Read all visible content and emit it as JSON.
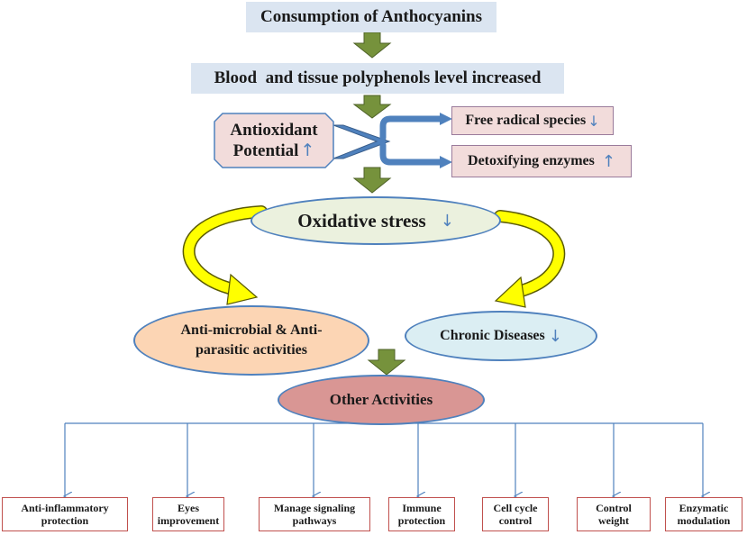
{
  "diagram": {
    "top_box": "Consumption of Anthocyanins",
    "second_box": "Blood  and tissue polyphenols level increased",
    "antioxidant": {
      "line1": "Antioxidant",
      "line2": "Potential",
      "symbol": "↑"
    },
    "free_radical": {
      "label": "Free radical species",
      "symbol": "↓"
    },
    "detox": {
      "label": "Detoxifying enzymes",
      "symbol": "↑"
    },
    "oxidative": {
      "label": "Oxidative stress",
      "symbol": "↓"
    },
    "antimicrobial": {
      "line1": "Anti-microbial & Anti-",
      "line2": "parasitic activities"
    },
    "chronic": {
      "label": "Chronic Diseases",
      "symbol": "↓"
    },
    "other": "Other Activities",
    "bottom_items": [
      {
        "line1": "Anti-inflammatory",
        "line2": "protection"
      },
      {
        "line1": "Eyes",
        "line2": "improvement"
      },
      {
        "line1": "Manage signaling",
        "line2": "pathways"
      },
      {
        "line1": "Immune",
        "line2": "protection"
      },
      {
        "line1": "Cell cycle",
        "line2": "control"
      },
      {
        "line1": "Control",
        "line2": "weight"
      },
      {
        "line1": "Enzymatic",
        "line2": "modulation"
      }
    ],
    "colors": {
      "blue_box": "#dbe5f1",
      "pink_box": "#f2dcdb",
      "green_arrow": "#76923c",
      "blue_arrow": "#4f81bd",
      "yellow_arrow": "#ffff00",
      "oxidative_fill": "#ebf1de",
      "antimicrobial_fill": "#fcd5b4",
      "chronic_fill": "#dbeef3",
      "other_fill": "#d99694",
      "bottom_border": "#c0504d"
    }
  }
}
